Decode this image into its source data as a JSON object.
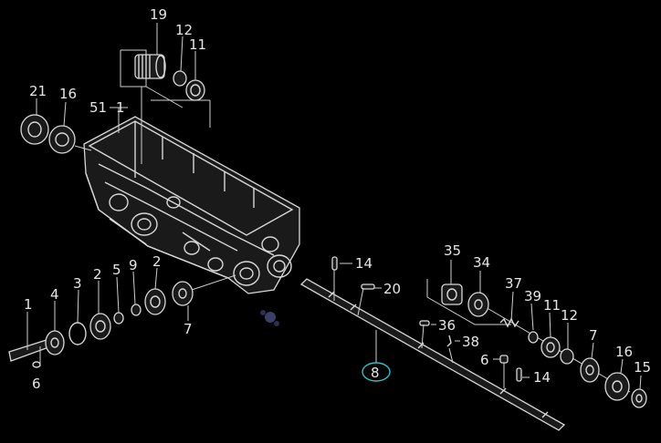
{
  "labels": {
    "p19": "19",
    "p12_top": "12",
    "p11_top": "11",
    "p21": "21",
    "p16_left": "16",
    "p51": "51",
    "p1_ref": "1",
    "p14_top": "14",
    "p20": "20",
    "p8": "8",
    "p36": "36",
    "p38": "38",
    "p6_right": "6",
    "p14_bottom": "14",
    "p35": "35",
    "p34": "34",
    "p37": "37",
    "p39": "39",
    "p11_right": "11",
    "p12_right": "12",
    "p7_right": "7",
    "p16_right": "16",
    "p15": "15",
    "p1_shaft": "1",
    "p4": "4",
    "p3": "3",
    "p2_left": "2",
    "p5": "5",
    "p9": "9",
    "p2_mid": "2",
    "p7_left": "7",
    "p6_left": "6"
  },
  "highlight_color": "#2ec4c4"
}
